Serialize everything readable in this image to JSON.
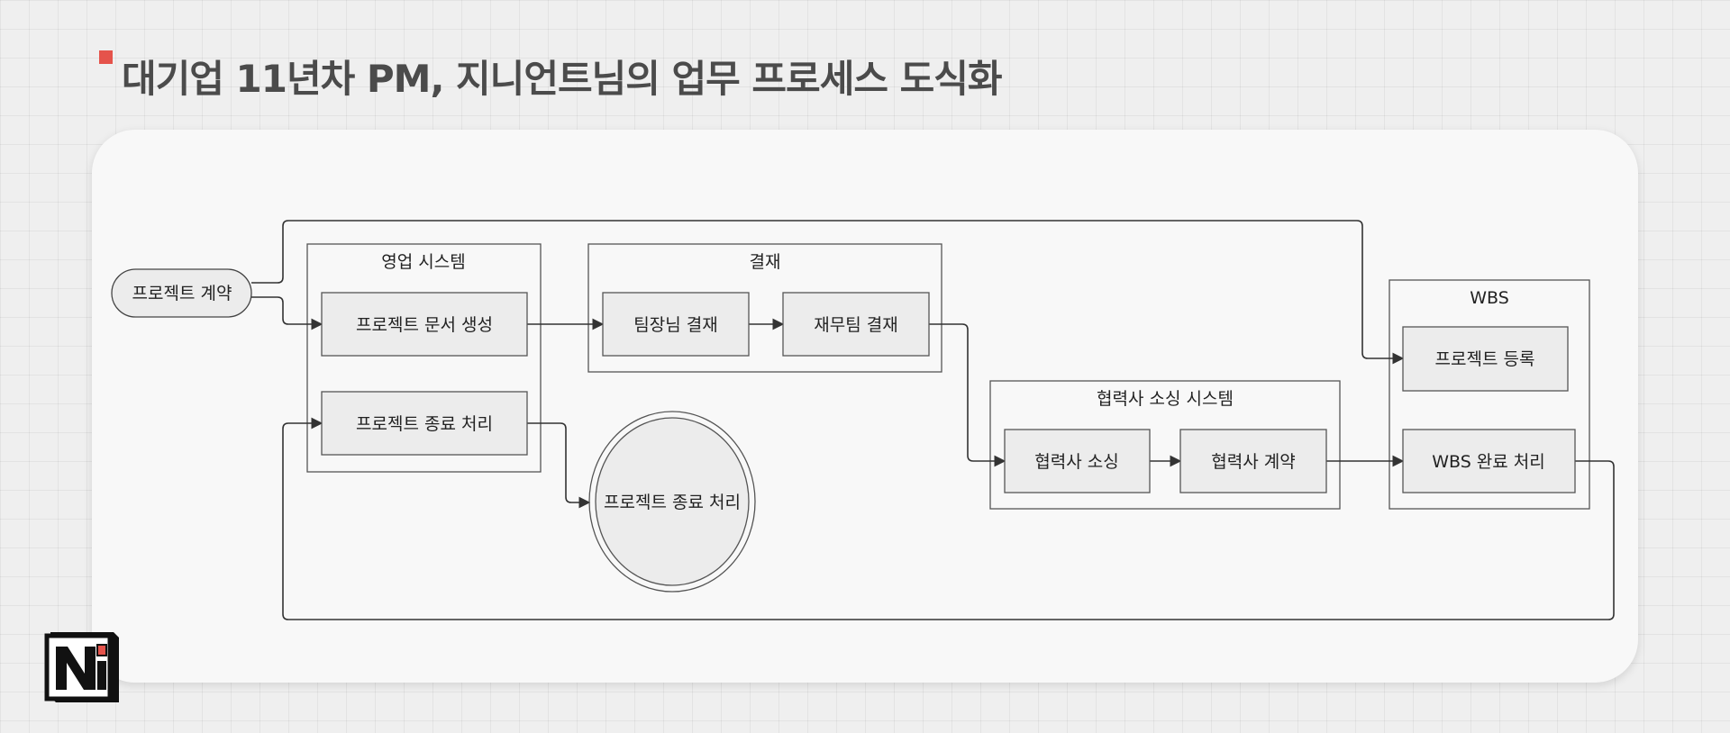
{
  "title": "대기업 11년차 PM, 지니언트님의 업무 프로세스 도식화",
  "colors": {
    "accent": "#e5534b",
    "title": "#4b4b4b",
    "line": "#333333",
    "node_fill": "#ececec"
  },
  "nodes": {
    "start": "프로젝트 계약",
    "create_doc": "프로젝트 문서 생성",
    "close_project": "프로젝트 종료 처리",
    "leader_approval": "팀장님 결재",
    "finance_approval": "재무팀 결재",
    "partner_sourcing": "협력사 소싱",
    "partner_contract": "협력사 계약",
    "project_register": "프로젝트 등록",
    "wbs_complete": "WBS 완료 처리",
    "end": "프로젝트 종료 처리"
  },
  "groups": {
    "sales_system": "영업 시스템",
    "approval": "결재",
    "partner_sourcing_system": "협력사 소싱 시스템",
    "wbs": "WBS"
  },
  "logo": {
    "icon": "notefolio-n-logo"
  }
}
